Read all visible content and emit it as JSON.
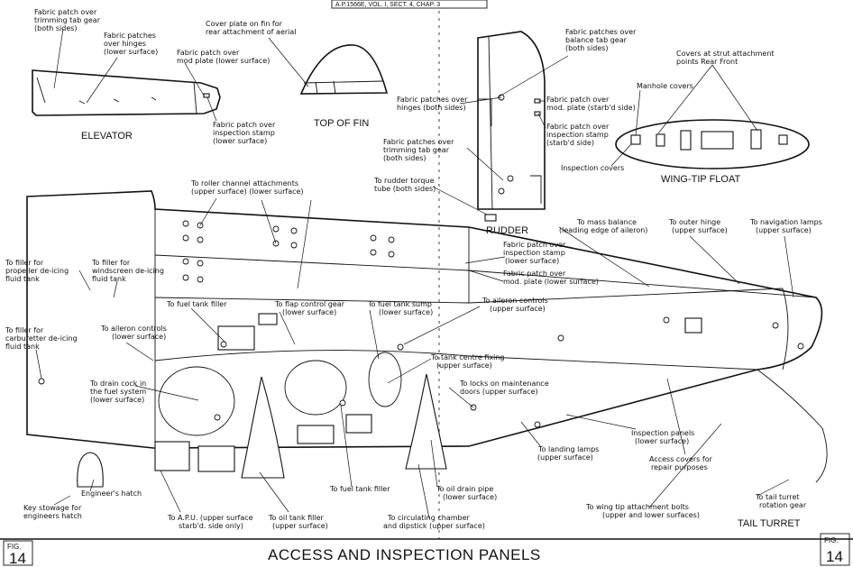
{
  "header": {
    "reference": "A.P.1566E, VOL. I, SECT. 4, CHAP. 3"
  },
  "footer": {
    "fig_word_left": "FIG.",
    "fig_number_left": "14",
    "title": "ACCESS AND INSPECTION PANELS",
    "fig_word_right": "FIG.",
    "fig_number_right": "14"
  },
  "components": {
    "elevator": "ELEVATOR",
    "top_of_fin": "TOP OF FIN",
    "rudder": "RUDDER",
    "wing_tip_float": "WING-TIP FLOAT",
    "tail_turret": "TAIL TURRET"
  },
  "labels": {
    "elevator_trim_tab": [
      "Fabric patch over",
      "trimming tab gear",
      "(both sides)"
    ],
    "elevator_hinges": [
      "Fabric patches",
      "over hinges",
      "(lower surface)"
    ],
    "elevator_mod_plate": [
      "Fabric patch over",
      "mod plate (lower surface)"
    ],
    "elevator_stamp": [
      "Fabric patch over",
      "inspection stamp",
      "(lower surface)"
    ],
    "fin_cover_plate": [
      "Cover plate on fin for",
      "rear attachment of aerial"
    ],
    "rudder_balance_tab": [
      "Fabric patches over",
      "balance tab gear",
      "(both sides)"
    ],
    "rudder_hinges": [
      "Fabric patches over",
      "hinges (both sides)"
    ],
    "rudder_mod_plate": [
      "Fabric patch over",
      "mod. plate (starb'd side)"
    ],
    "rudder_stamp": [
      "Fabric patch over",
      "inspection stamp",
      "(starb'd side)"
    ],
    "rudder_trim_tab": [
      "Fabric patches over",
      "trimming tab gear",
      "(both sides)"
    ],
    "rudder_torque_tube": [
      "To rudder torque",
      "tube (both sides)"
    ],
    "float_strut_covers": [
      "Covers at strut attachment",
      "points  Rear  Front"
    ],
    "float_manhole": [
      "Manhole covers"
    ],
    "float_inspection": [
      "Inspection covers"
    ],
    "roller_channel": [
      "To roller channel attachments",
      "(upper surface)   (lower surface)"
    ],
    "mass_balance": [
      "To mass balance",
      "(leading edge of aileron)"
    ],
    "outer_hinge": [
      "To outer hinge",
      "(upper surface)"
    ],
    "nav_lamps": [
      "To navigation lamps",
      "(upper surface)"
    ],
    "aileron_stamp": [
      "Fabric patch over",
      "inspection stamp",
      "(lower surface)"
    ],
    "aileron_mod_plate": [
      "Fabric patch over",
      "mod. plate (lower surface)"
    ],
    "filler_prop": [
      "To filler for",
      "propeller de-icing",
      "fluid tank"
    ],
    "filler_windscreen": [
      "To filler for",
      "windscreen de-icing",
      "fluid tank"
    ],
    "filler_carb": [
      "To filler for",
      "carburetter de-icing",
      "fluid tank"
    ],
    "fuel_tank_filler_top": [
      "To fuel tank filler"
    ],
    "flap_gear": [
      "To flap control gear",
      "(lower surface)"
    ],
    "fuel_tank_sump": [
      "To fuel tank sump",
      "(lower surface)"
    ],
    "aileron_controls_upper": [
      "To aileron controls",
      "(upper surface)"
    ],
    "aileron_controls_lower": [
      "To aileron controls",
      "(lower surface)"
    ],
    "drain_cock": [
      "To drain cock in",
      "the fuel system",
      "(lower surface)"
    ],
    "tank_centre_fixing": [
      "To tank centre fixing",
      "(upper surface)"
    ],
    "locks": [
      "To locks on maintenance",
      "doors (upper surface)"
    ],
    "inspection_panels": [
      "Inspection panels",
      "(lower surface)"
    ],
    "landing_lamps": [
      "To landing lamps",
      "(upper surface)"
    ],
    "repair_covers": [
      "Access covers for",
      "repair purposes"
    ],
    "fuel_tank_filler": [
      "To fuel tank filler"
    ],
    "oil_drain": [
      "To oil drain pipe",
      "(lower surface)"
    ],
    "circulating_chamber": [
      "To circulating chamber",
      "and dipstick (upper surface)"
    ],
    "oil_tank_filler": [
      "To oil tank filler",
      "(upper surface)"
    ],
    "apu": [
      "To A.P.U. (upper surface",
      "starb'd. side only)"
    ],
    "key_stowage": [
      "Key stowage for",
      "engineers hatch"
    ],
    "engineers_hatch": [
      "Engineer's hatch"
    ],
    "wing_tip_bolts": [
      "To wing tip attachment bolts",
      "(upper and lower surfaces)"
    ],
    "tail_turret_gear": [
      "To tail turret",
      "rotation gear"
    ]
  }
}
